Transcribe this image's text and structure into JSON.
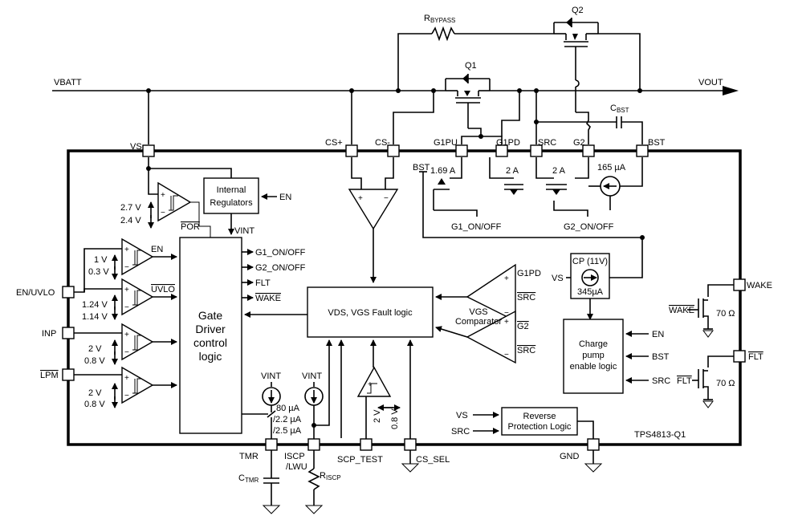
{
  "device": "TPS4813-Q1",
  "rails": {
    "vbatt": "VBATT",
    "vout": "VOUT"
  },
  "components": {
    "rbypass": "R",
    "rbypass_sub": "BYPASS",
    "q1": "Q1",
    "q2": "Q2",
    "cbst": "C",
    "cbst_sub": "BST",
    "ctmr": "C",
    "ctmr_sub": "TMR",
    "riscp": "R",
    "riscp_sub": "ISCP"
  },
  "pins": {
    "vs": "VS",
    "cs_plus": "CS+",
    "cs_minus": "CS-",
    "g1pu": "G1PU",
    "g1pd": "G1PD",
    "src": "SRC",
    "g2": "G2",
    "bst": "BST",
    "en_uvlo": "EN/UVLO",
    "inp": "INP",
    "lpm": "LPM",
    "wake": "WAKE",
    "flt": "FLT",
    "tmr": "TMR",
    "iscp": "ISCP",
    "iscp_2": "/LWU",
    "scp_test": "SCP_TEST",
    "cs_sel": "CS_SEL",
    "gnd": "GND"
  },
  "blocks": {
    "internal_regulators_1": "Internal",
    "internal_regulators_2": "Regulators",
    "gate_driver_1": "Gate",
    "gate_driver_2": "Driver",
    "gate_driver_3": "control",
    "gate_driver_4": "logic",
    "fault_logic": "VDS, VGS Fault logic",
    "vgs_comparator_1": "VGS",
    "vgs_comparator_2": "Comparator",
    "charge_pump": "CP (11V)",
    "charge_pump_current": "345µA",
    "charge_pump_enable_1": "Charge",
    "charge_pump_enable_2": "pump",
    "charge_pump_enable_3": "enable logic",
    "reverse_protection_1": "Reverse",
    "reverse_protection_2": "Protection Logic"
  },
  "signals": {
    "en": "EN",
    "vint": "VINT",
    "por": "POR",
    "uvlo": "UVLO",
    "flt": "FLT",
    "wake": "WAKE",
    "g1_onoff": "G1_ON/OFF",
    "g2_onoff": "G2_ON/OFF",
    "g1pd": "G1PD",
    "src": "SRC",
    "g2": "G2",
    "vs": "VS",
    "bst": "BST"
  },
  "values": {
    "th_por_hi": "2.7 V",
    "th_por_lo": "2.4 V",
    "th_en_hi": "1 V",
    "th_en_lo": "0.3 V",
    "th_uvlo_hi": "1.24 V",
    "th_uvlo_lo": "1.14 V",
    "th_inp_hi": "2 V",
    "th_inp_lo": "0.8 V",
    "th_lpm_hi": "2 V",
    "th_lpm_lo": "0.8 V",
    "th_scp_hi": "2 V",
    "th_scp_lo": "0.8 V",
    "i_g1pu": "1.69 A",
    "i_g1pd": "2 A",
    "i_g2": "2 A",
    "i_bst": "165 µA",
    "i_tmr_1": "80 µA",
    "i_tmr_2": "/2.2 µA",
    "i_tmr_3": "/2.5 µA",
    "r_wake": "70 Ω",
    "r_flt": "70 Ω"
  }
}
